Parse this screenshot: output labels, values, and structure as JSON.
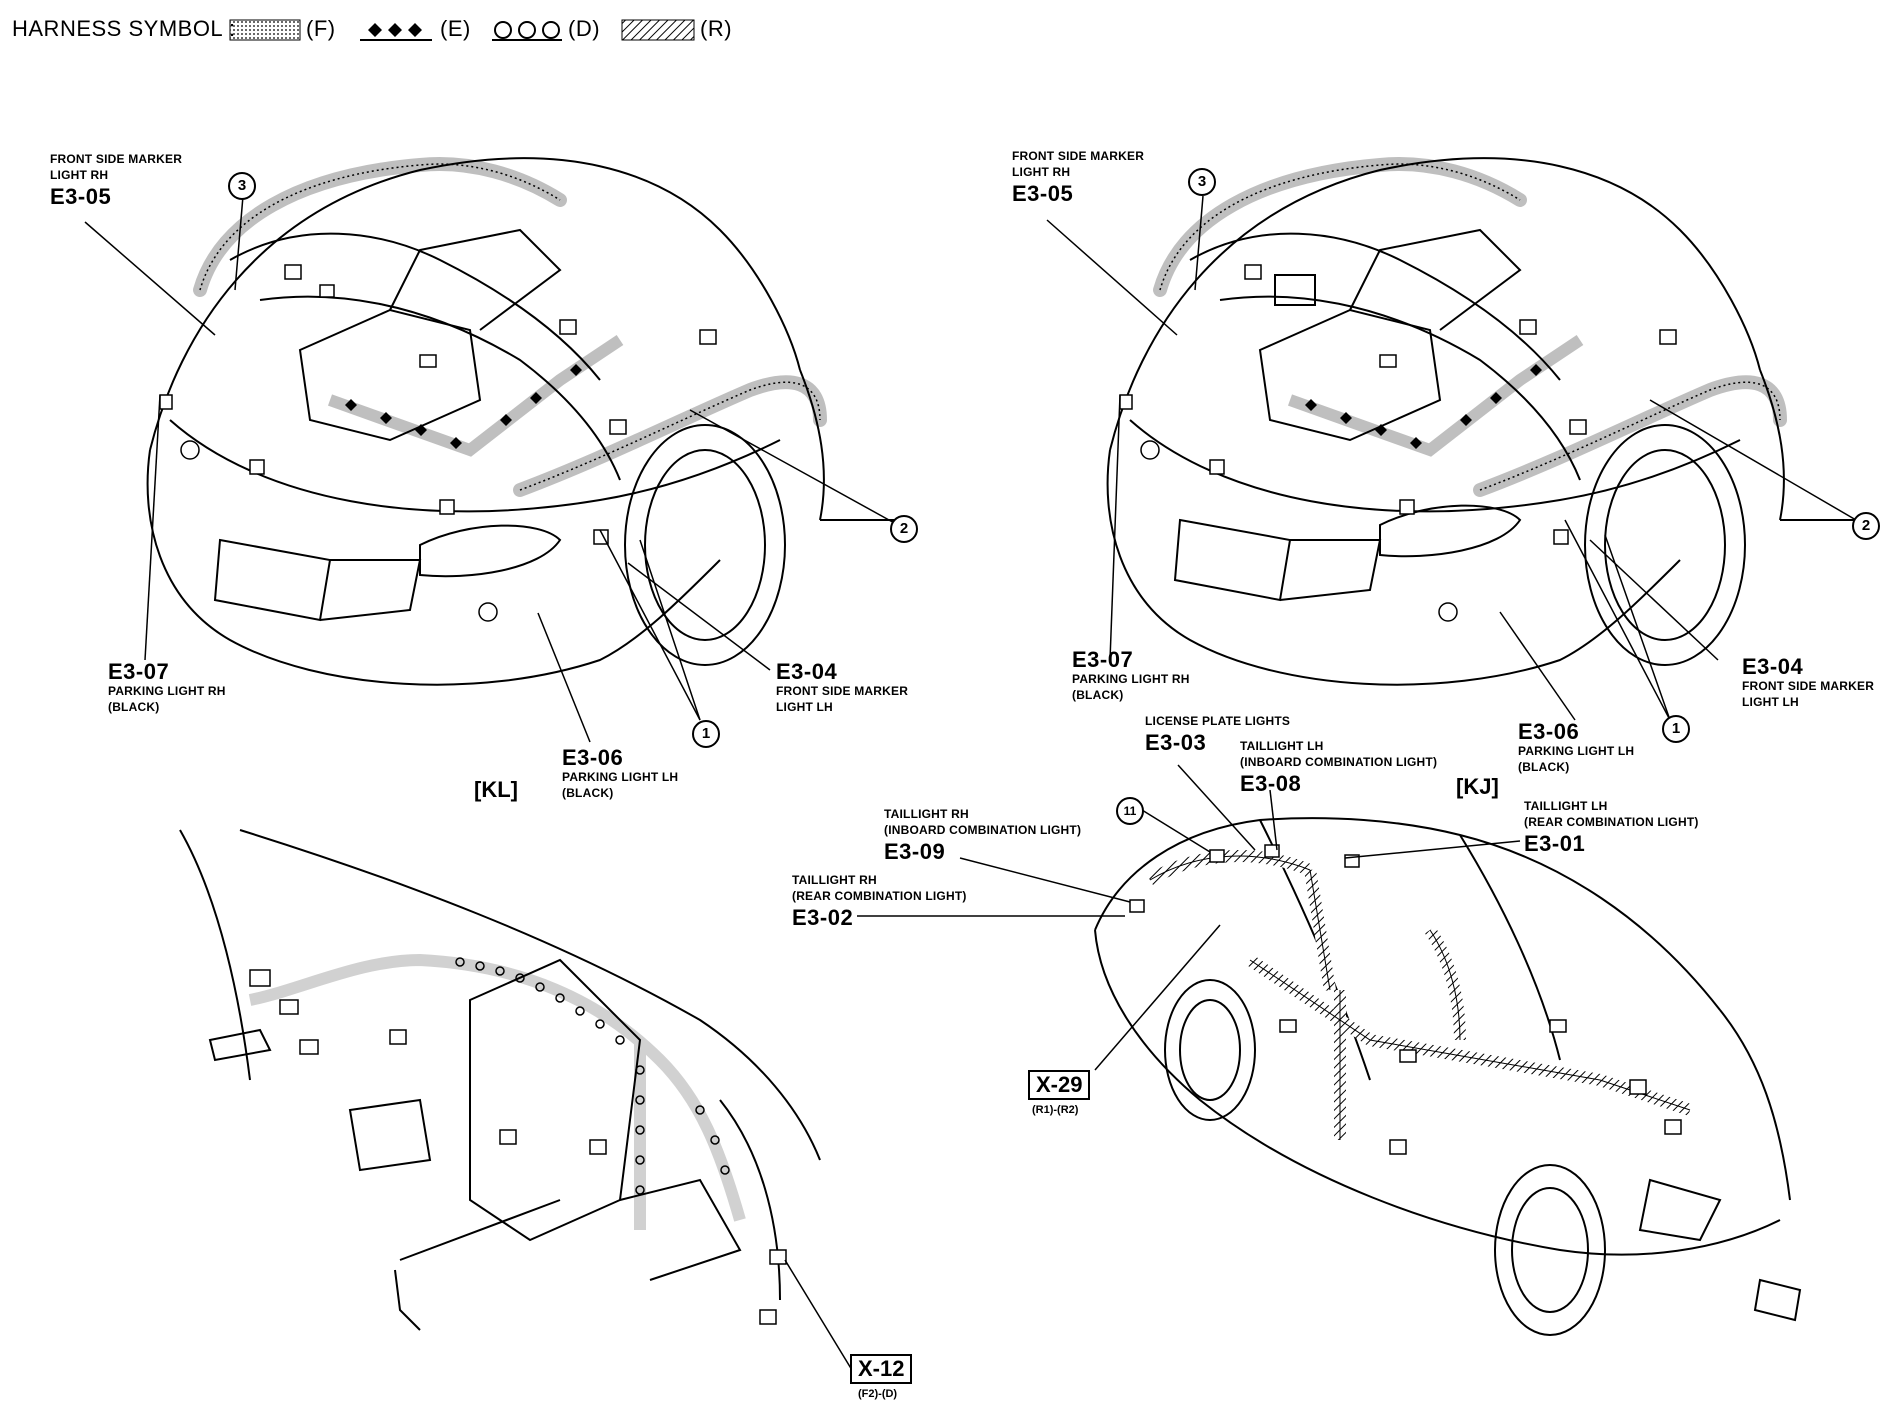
{
  "header": {
    "harness_symbol_label": "HARNESS SYMBOL :",
    "legend": [
      {
        "code": "(F)",
        "pattern": "dotted"
      },
      {
        "code": "(E)",
        "pattern": "diamonds"
      },
      {
        "code": "(D)",
        "pattern": "circles"
      },
      {
        "code": "(R)",
        "pattern": "hatched"
      }
    ]
  },
  "kl_view": {
    "variant": "[KL]",
    "e3_05": {
      "line1": "FRONT SIDE MARKER",
      "line2": "LIGHT RH",
      "code": "E3-05"
    },
    "e3_07": {
      "code": "E3-07",
      "line1": "PARKING LIGHT RH",
      "line2": "(BLACK)"
    },
    "e3_06": {
      "code": "E3-06",
      "line1": "PARKING LIGHT LH",
      "line2": "(BLACK)"
    },
    "e3_04": {
      "code": "E3-04",
      "line1": "FRONT SIDE MARKER",
      "line2": "LIGHT LH"
    },
    "callouts": [
      "3",
      "2",
      "1"
    ]
  },
  "kj_view": {
    "variant": "[KJ]",
    "e3_05": {
      "line1": "FRONT SIDE MARKER",
      "line2": "LIGHT RH",
      "code": "E3-05"
    },
    "e3_07": {
      "code": "E3-07",
      "line1": "PARKING LIGHT RH",
      "line2": "(BLACK)"
    },
    "e3_06": {
      "code": "E3-06",
      "line1": "PARKING LIGHT LH",
      "line2": "(BLACK)"
    },
    "e3_04": {
      "code": "E3-04",
      "line1": "FRONT SIDE MARKER",
      "line2": "LIGHT LH"
    },
    "callouts": [
      "3",
      "2",
      "1"
    ]
  },
  "rear_view": {
    "e3_03": {
      "line1": "LICENSE PLATE LIGHTS",
      "code": "E3-03"
    },
    "e3_08": {
      "line1": "TAILLIGHT LH",
      "line2": "(INBOARD COMBINATION LIGHT)",
      "code": "E3-08"
    },
    "e3_01": {
      "line1": "TAILLIGHT LH",
      "line2": "(REAR COMBINATION LIGHT)",
      "code": "E3-01"
    },
    "e3_09": {
      "line1": "TAILLIGHT RH",
      "line2": "(INBOARD COMBINATION LIGHT)",
      "code": "E3-09"
    },
    "e3_02": {
      "line1": "TAILLIGHT RH",
      "line2": "(REAR COMBINATION LIGHT)",
      "code": "E3-02"
    },
    "callout": "11",
    "x29": {
      "code": "X-29",
      "sub": "(R1)-(R2)"
    }
  },
  "dash_view": {
    "x12": {
      "code": "X-12",
      "sub": "(F2)-(D)"
    }
  }
}
